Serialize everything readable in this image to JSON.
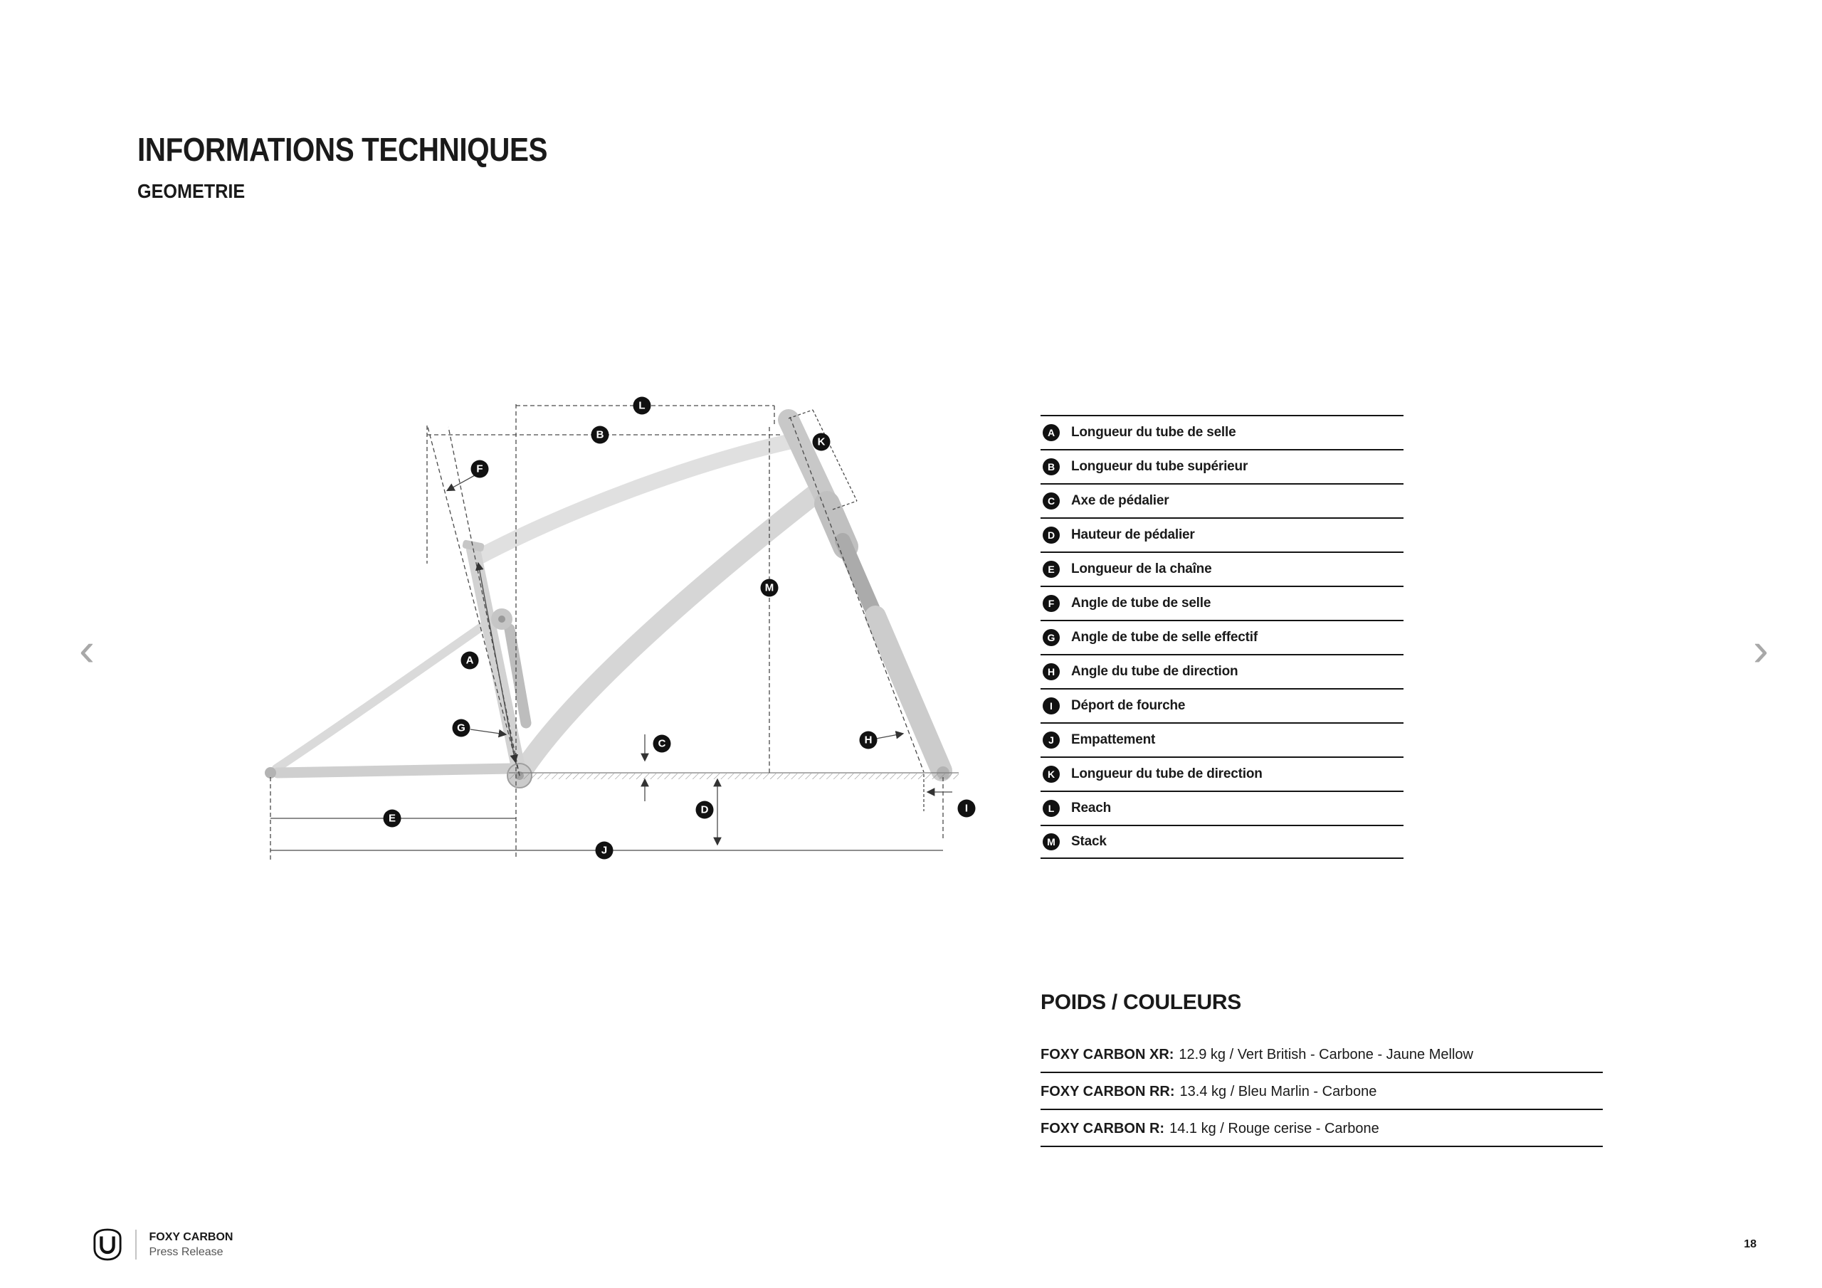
{
  "page": {
    "title": "INFORMATIONS TECHNIQUES",
    "subtitle": "GEOMETRIE",
    "page_number": "18"
  },
  "icons": {
    "prev": "‹",
    "next": "›",
    "logo": "mondraker-shield-icon"
  },
  "legend": {
    "items": [
      {
        "key": "A",
        "label": "Longueur du tube de selle"
      },
      {
        "key": "B",
        "label": "Longueur du tube supérieur"
      },
      {
        "key": "C",
        "label": "Axe de pédalier"
      },
      {
        "key": "D",
        "label": "Hauteur de pédalier"
      },
      {
        "key": "E",
        "label": "Longueur de la chaîne"
      },
      {
        "key": "F",
        "label": "Angle de tube de selle"
      },
      {
        "key": "G",
        "label": "Angle de tube de selle effectif"
      },
      {
        "key": "H",
        "label": "Angle du tube de direction"
      },
      {
        "key": "I",
        "label": "Déport de fourche"
      },
      {
        "key": "J",
        "label": "Empattement"
      },
      {
        "key": "K",
        "label": "Longueur du tube de direction"
      },
      {
        "key": "L",
        "label": "Reach"
      },
      {
        "key": "M",
        "label": "Stack"
      }
    ]
  },
  "weights": {
    "heading": "POIDS / COULEURS",
    "rows": [
      {
        "model": "FOXY CARBON XR:",
        "value": "12.9 kg / Vert British - Carbone - Jaune Mellow"
      },
      {
        "model": "FOXY CARBON RR:",
        "value": "13.4 kg / Bleu Marlin - Carbone"
      },
      {
        "model": "FOXY CARBON R:",
        "value": "14.1 kg / Rouge cerise - Carbone"
      }
    ]
  },
  "footer": {
    "brand": "FOXY CARBON",
    "subtitle": "Press Release"
  },
  "colors": {
    "text": "#1a1a1a",
    "badge": "#111111",
    "muted": "#555555",
    "frame_gray": "#d6d6d6"
  }
}
